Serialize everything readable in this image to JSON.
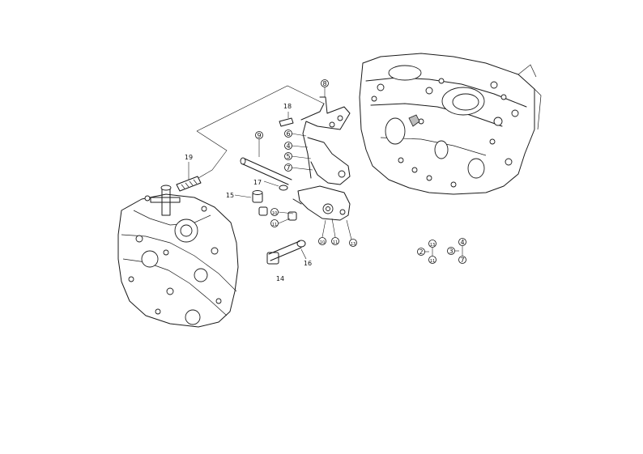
{
  "callouts": [
    {
      "id": "c8",
      "text": "8"
    },
    {
      "id": "c18",
      "text": "18"
    },
    {
      "id": "c9",
      "text": "9"
    },
    {
      "id": "c6",
      "text": "6"
    },
    {
      "id": "c4",
      "text": "4"
    },
    {
      "id": "c5",
      "text": "5"
    },
    {
      "id": "c7",
      "text": "7"
    },
    {
      "id": "c19",
      "text": "19"
    },
    {
      "id": "c17",
      "text": "17"
    },
    {
      "id": "c15",
      "text": "15"
    },
    {
      "id": "c10",
      "text": "10"
    },
    {
      "id": "c11a",
      "text": "11"
    },
    {
      "id": "c10b",
      "text": "10"
    },
    {
      "id": "c11b",
      "text": "11"
    },
    {
      "id": "c13",
      "text": "13"
    },
    {
      "id": "c16",
      "text": "16"
    },
    {
      "id": "c14",
      "text": "14"
    }
  ],
  "legend": {
    "left": {
      "side": "2",
      "top": "13",
      "bottom": "11"
    },
    "right": {
      "side": "3",
      "top": "4",
      "bottom": "7"
    }
  }
}
